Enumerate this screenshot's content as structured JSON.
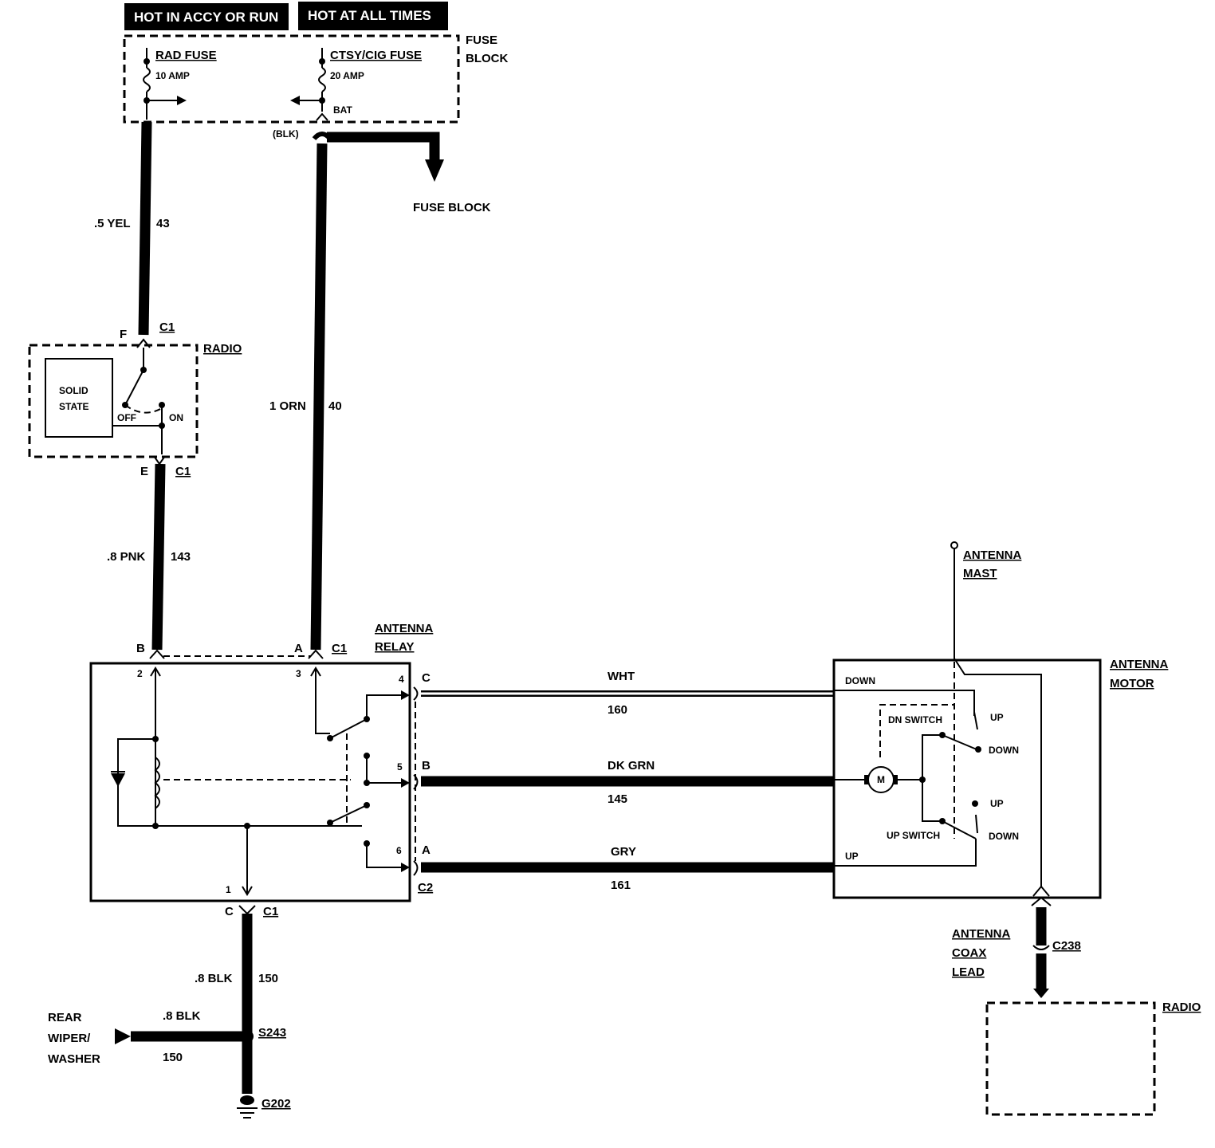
{
  "headers": {
    "hot_accy_run": "HOT IN ACCY OR RUN",
    "hot_all_times": "HOT AT ALL TIMES"
  },
  "fuse_block": {
    "label_line1": "FUSE",
    "label_line2": "BLOCK",
    "rad_fuse_name": "RAD FUSE",
    "rad_fuse_amp": "10 AMP",
    "ctsy_fuse_name": "CTSY/CIG FUSE",
    "ctsy_fuse_amp": "20 AMP",
    "bat": "BAT",
    "blk": "(BLK)",
    "fuse_block_arrow": "FUSE BLOCK"
  },
  "wires": {
    "w43_gauge": ".5 YEL",
    "w43_num": "43",
    "w40_gauge": "1 ORN",
    "w40_num": "40",
    "w143_gauge": ".8 PNK",
    "w143_num": "143",
    "w150_gauge": ".8 BLK",
    "w150_num": "150",
    "w150b_gauge": ".8 BLK",
    "w150b_num": "150",
    "wht": "WHT",
    "wht_num": "160",
    "dkgrn": "DK GRN",
    "dkgrn_num": "145",
    "gry": "GRY",
    "gry_num": "161"
  },
  "radio_top": {
    "label": "RADIO",
    "solid_line1": "SOLID",
    "solid_line2": "STATE",
    "off": "OFF",
    "on": "ON",
    "pin_f": "F",
    "pin_e": "E",
    "c1_top": "C1",
    "c1_bot": "C1"
  },
  "relay": {
    "label_line1": "ANTENNA",
    "label_line2": "RELAY",
    "pin_b": "B",
    "pin_a": "A",
    "c1": "C1",
    "p2": "2",
    "p3": "3",
    "p4": "4",
    "p5": "5",
    "p6": "6",
    "p1": "1",
    "c_letter": "C",
    "b_letter": "B",
    "a_letter": "A",
    "c2": "C2",
    "bottom_c": "C",
    "bottom_c1": "C1"
  },
  "motor": {
    "label_line1": "ANTENNA",
    "label_line2": "MOTOR",
    "mast_line1": "ANTENNA",
    "mast_line2": "MAST",
    "down": "DOWN",
    "up_left": "UP",
    "dn_switch": "DN SWITCH",
    "up_switch": "UP SWITCH",
    "sw1_up": "UP",
    "sw1_down": "DOWN",
    "sw2_up": "UP",
    "sw2_down": "DOWN",
    "m": "M"
  },
  "coax": {
    "line1": "ANTENNA",
    "line2": "COAX",
    "line3": "LEAD",
    "conn": "C238",
    "radio": "RADIO"
  },
  "ground": {
    "rear_line1": "REAR",
    "rear_line2": "WIPER/",
    "rear_line3": "WASHER",
    "splice": "S243",
    "ground": "G202"
  }
}
